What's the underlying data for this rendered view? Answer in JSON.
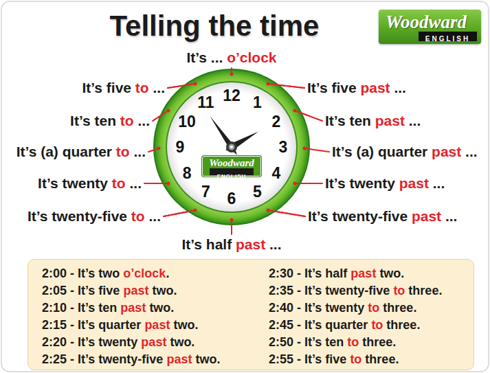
{
  "diagram": {
    "title": "Telling the time",
    "nodes": [
      {
        "text": [
          "Woodward",
          "ENGLISH"
        ]
      },
      {
        "text": [
          "12",
          "1",
          "2",
          "3",
          "4",
          "5",
          "6",
          "7",
          "8",
          "9",
          "10",
          "11"
        ]
      },
      {
        "text": [
          "Woodward",
          "ENGLISH"
        ],
        "in": 1
      },
      {
        "text": [
          "2:00 - It’s two o’clock.",
          "2:05 - It’s five past two.",
          "2:10 - It’s ten past two.",
          "2:15 - It’s quarter past two.",
          "2:20 - It’s twenty past two.",
          "2:25 - It’s twenty-five past two.",
          "2:30 - It’s half past two.",
          "2:35 - It’s twenty-five to three.",
          "2:40 - It’s twenty to three.",
          "2:45 - It’s quarter to three.",
          "2:50 - It’s ten to three.",
          "2:55 - It’s five to three."
        ]
      }
    ],
    "labels": [
      "It’s ... o’clock",
      "It’s five to ...",
      "It’s five past ...",
      "It’s ten to ...",
      "It’s ten past ...",
      "It’s (a) quarter to ...",
      "It’s (a) quarter past ...",
      "It’s twenty to ...",
      "It’s twenty past ...",
      "It’s twenty-five to ...",
      "It’s twenty-five past ...",
      "It’s half past ..."
    ]
  }
}
